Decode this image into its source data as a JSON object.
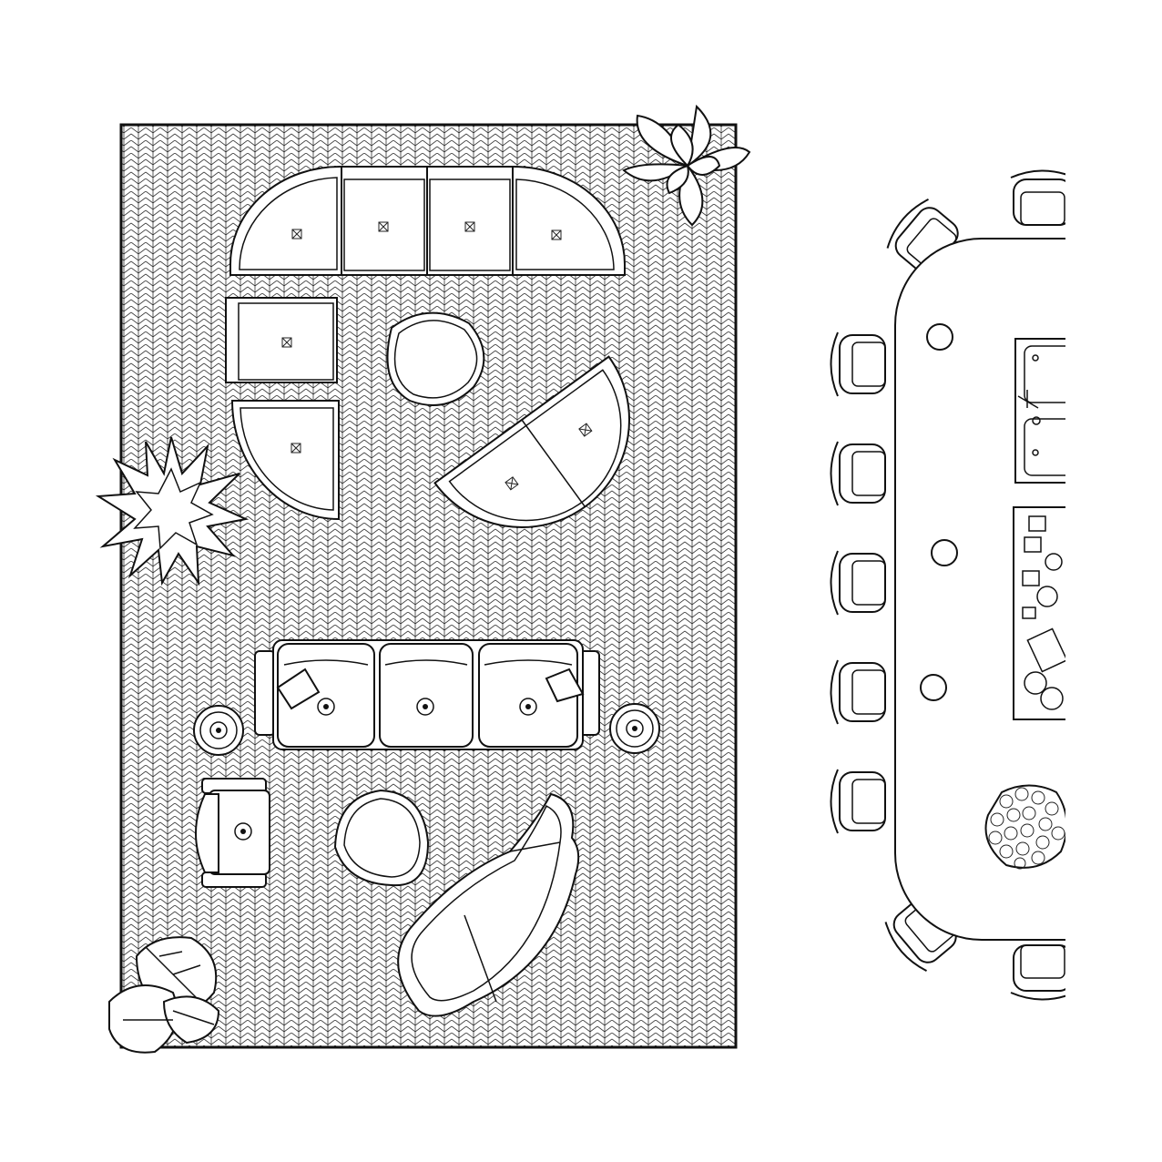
{
  "title": "",
  "colors": {
    "line": "#111111",
    "background": "#ffffff",
    "fill": "#ffffff"
  },
  "icons": [
    "rug",
    "sectional-sofa",
    "ottoman",
    "plant",
    "sofa",
    "side-table",
    "armchair",
    "chaise-lounge",
    "monstera-plant",
    "dining-table",
    "dining-chair",
    "sink",
    "tray",
    "flower-bush"
  ]
}
